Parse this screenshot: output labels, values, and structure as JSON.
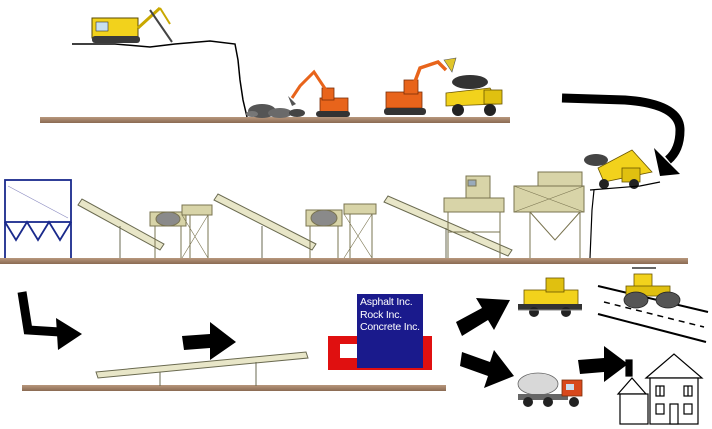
{
  "diagram": {
    "type": "aggregate-production-flow",
    "stages": [
      "quarry",
      "crushing-screening-plant",
      "stockpile-conveyor",
      "end-uses"
    ],
    "companies": [
      "Asphalt Inc.",
      "Rock Inc.",
      "Concrete Inc."
    ],
    "colors": {
      "ground": "#9a7a62",
      "machinery_yellow": "#f2d21c",
      "machinery_orange": "#e8641b",
      "plant_frame": "#b9b48a",
      "company_box": "#1a1a8c",
      "company_bin": "#e01010",
      "arrow": "#000000",
      "hopper_frame": "#1a2a8c"
    },
    "icons": [
      "drill-rig-icon",
      "excavator-icon",
      "haul-truck-icon",
      "crusher-icon",
      "conveyor-icon",
      "asphalt-paver-icon",
      "road-roller-icon",
      "cement-mixer-icon",
      "house-icon"
    ]
  }
}
